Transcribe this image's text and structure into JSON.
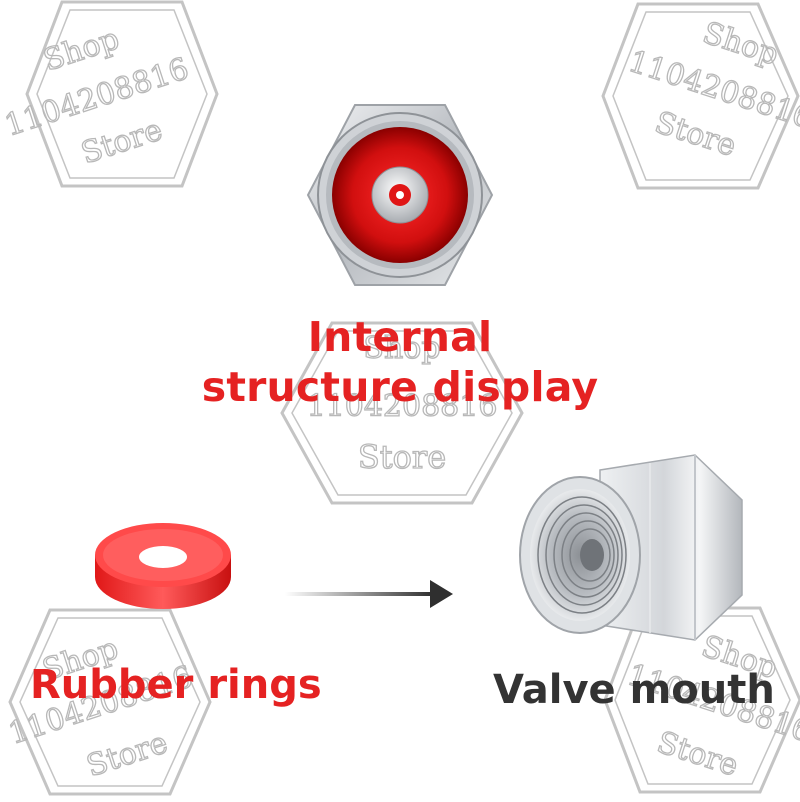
{
  "watermark": {
    "line1": "Shop",
    "line2": "1104208816",
    "line3": "Store"
  },
  "title": {
    "line1": "Internal",
    "line2": "structure display"
  },
  "labels": {
    "rubber": "Rubber rings",
    "valve": "Valve mouth"
  },
  "icons": {
    "rubber": "rubber-ring-icon",
    "arrow": "arrow-right-icon",
    "valve": "valve-mouth-icon",
    "cross_section": "cross-section-icon"
  },
  "colors": {
    "accent": "#e52222",
    "text_dark": "#333333",
    "metal": "#c9ccd0"
  }
}
